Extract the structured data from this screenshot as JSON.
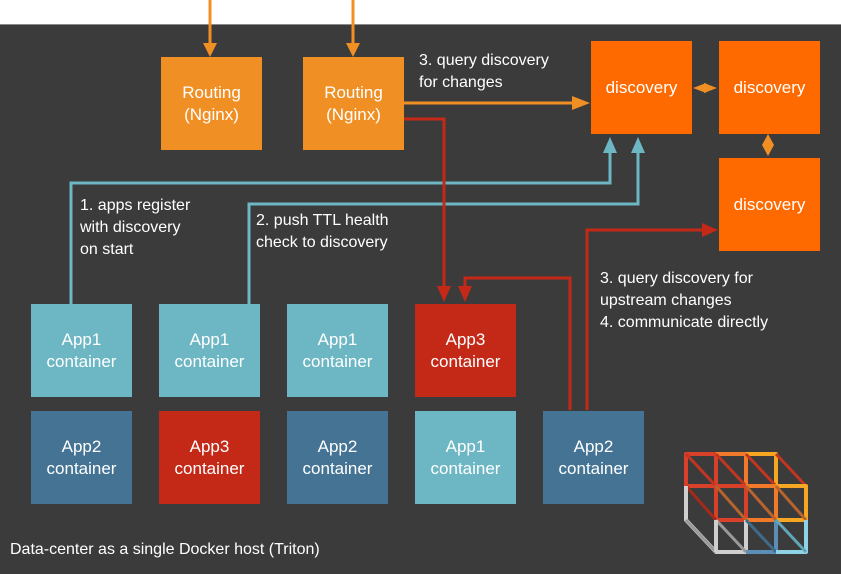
{
  "diagram": {
    "host_label": "Data-center as a single Docker host (Triton)",
    "routing": [
      {
        "line1": "Routing",
        "line2": "(Nginx)"
      },
      {
        "line1": "Routing",
        "line2": "(Nginx)"
      }
    ],
    "discovery": [
      {
        "label": "discovery"
      },
      {
        "label": "discovery"
      },
      {
        "label": "discovery"
      }
    ],
    "containers_row1": [
      {
        "app": "App1",
        "kind": "container"
      },
      {
        "app": "App1",
        "kind": "container"
      },
      {
        "app": "App1",
        "kind": "container"
      },
      {
        "app": "App3",
        "kind": "container"
      }
    ],
    "containers_row2": [
      {
        "app": "App2",
        "kind": "container"
      },
      {
        "app": "App3",
        "kind": "container"
      },
      {
        "app": "App2",
        "kind": "container"
      },
      {
        "app": "App1",
        "kind": "container"
      },
      {
        "app": "App2",
        "kind": "container"
      }
    ],
    "annotations": {
      "query_changes": [
        "3. query discovery",
        "for changes"
      ],
      "register": [
        "1. apps register",
        "with discovery",
        "on start"
      ],
      "health": [
        "2. push TTL health",
        "check to discovery"
      ],
      "upstream": [
        "3. query discovery for",
        "upstream changes",
        "4. communicate directly"
      ]
    },
    "logo_icon": "triton-grid-cube-icon",
    "colors": {
      "background": "#3b3b3b",
      "routing": "#f08f24",
      "discovery": "#ff6a00",
      "app1": "#6db6c4",
      "app2": "#447394",
      "app3": "#c42918",
      "arrow_orange": "#f08f24",
      "arrow_blue": "#6db6c4",
      "arrow_red": "#c42918"
    }
  }
}
